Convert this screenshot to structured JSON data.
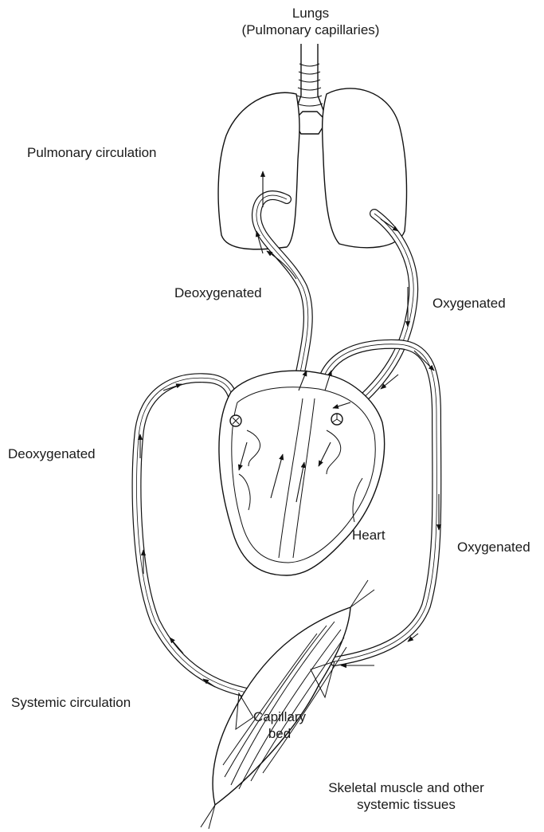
{
  "labels": {
    "lungs_line1": "Lungs",
    "lungs_line2": "(Pulmonary capillaries)",
    "pulmonary_circulation": "Pulmonary circulation",
    "deoxygenated_pulmonary": "Deoxygenated",
    "oxygenated_pulmonary": "Oxygenated",
    "deoxygenated_systemic": "Deoxygenated",
    "heart": "Heart",
    "oxygenated_systemic": "Oxygenated",
    "systemic_circulation": "Systemic circulation",
    "capillary_bed_line1": "Capillary",
    "capillary_bed_line2": "bed",
    "tissues_line1": "Skeletal muscle and other",
    "tissues_line2": "systemic tissues"
  },
  "colors": {
    "line": "#111111",
    "background": "#ffffff"
  }
}
